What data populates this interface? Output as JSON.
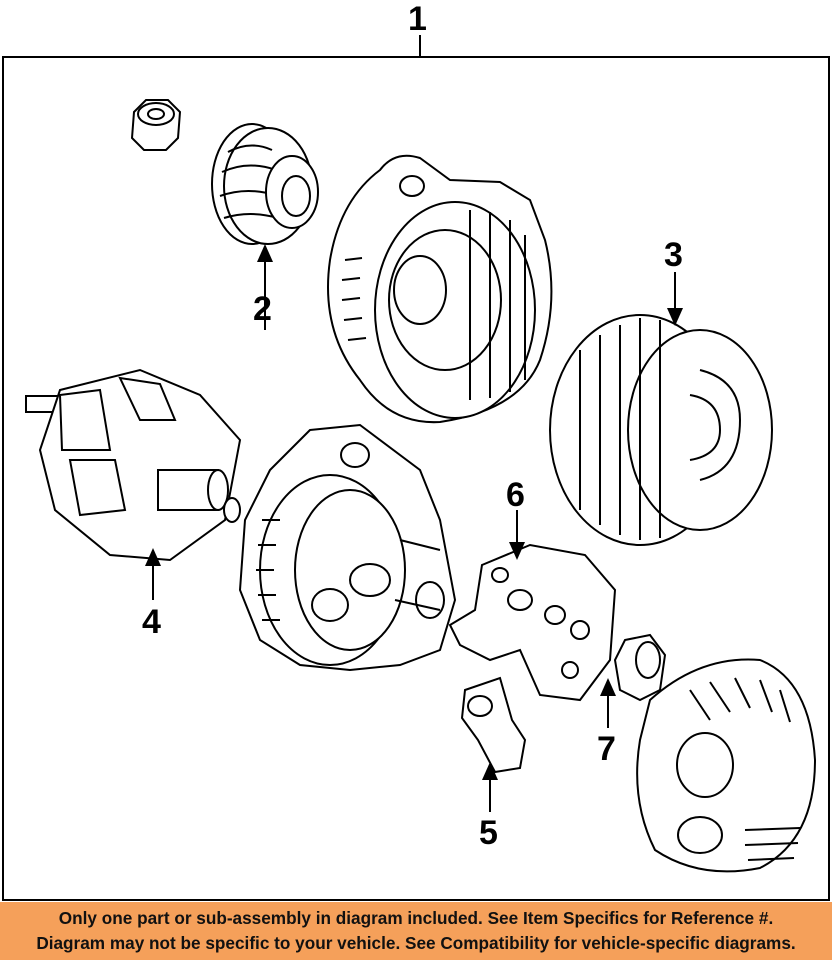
{
  "callouts": [
    "1",
    "2",
    "3",
    "4",
    "5",
    "6",
    "7"
  ],
  "disclaimer": {
    "line1": "Only one part or sub-assembly in diagram included. See Item Specifics for Reference #.",
    "line2": "Diagram may not be specific to your vehicle. See Compatibility for vehicle-specific diagrams."
  },
  "colors": {
    "banner": "#f5a05a",
    "line": "#000000"
  }
}
